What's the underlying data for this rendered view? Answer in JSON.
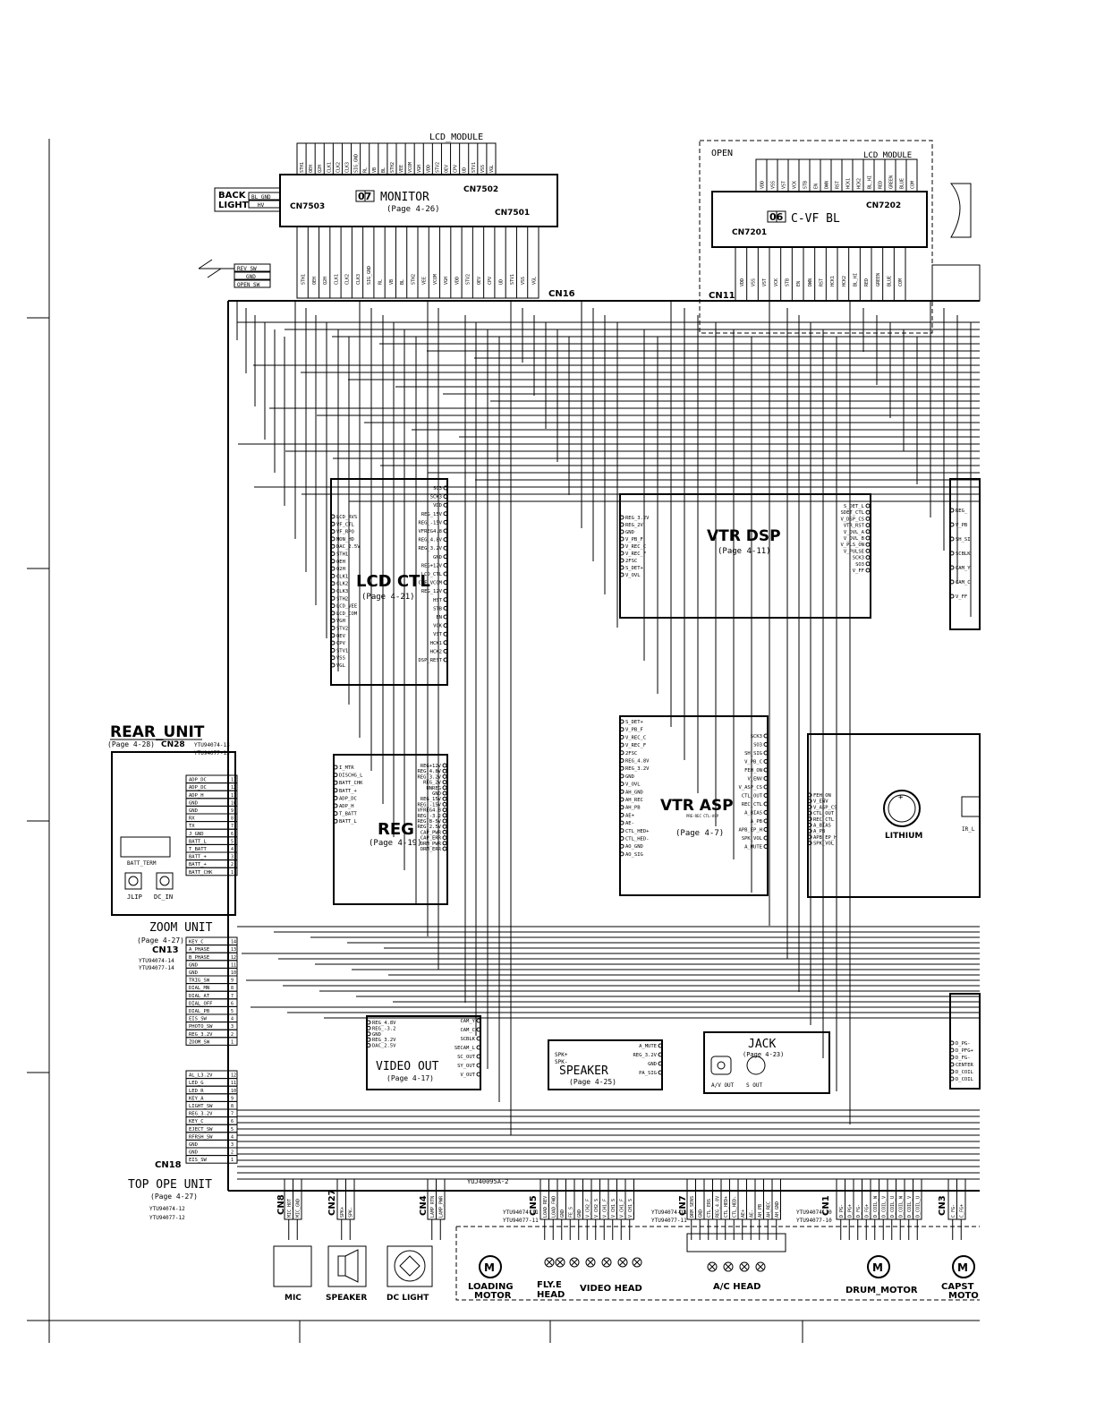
{
  "lcd_module_top": {
    "title": "LCD_MODULE",
    "board_number": "07",
    "board_name": "MONITOR",
    "page_ref": "(Page 4-26)",
    "connectors": [
      "CN7502",
      "CN7503",
      "CN7501"
    ],
    "back_light_label": [
      "BACK",
      "LIGHT"
    ],
    "back_light_pins": [
      "BL_GND",
      "HV"
    ],
    "top_pins": [
      "STH1",
      "OEH",
      "Q2H",
      "CLK1",
      "CLK2",
      "CLK3",
      "SIG_GND",
      "RL",
      "VB",
      "BL",
      "STH2",
      "VEE",
      "VCOM",
      "VGH",
      "VDD",
      "STV2",
      "OEV",
      "CPV",
      "UD",
      "STV1",
      "VSS",
      "VGL"
    ]
  },
  "switch_pins": [
    "REV_SW",
    "GND",
    "OPEN_SW"
  ],
  "open_region": {
    "label": "OPEN",
    "title": "LCD MODULE",
    "board_number": "06",
    "board_name": "C-VF BL",
    "connectors": [
      "CN7202",
      "CN7201",
      "CN11"
    ],
    "pins": [
      "VDD",
      "VSS",
      "VST",
      "VCK",
      "STB",
      "EN",
      "DWN",
      "RST",
      "HCK1",
      "HCK2",
      "BL_HI",
      "RED",
      "GREEN",
      "BLUE",
      "COM"
    ]
  },
  "cn16": {
    "label": "CN16"
  },
  "lcd_ctl": {
    "name": "LCD CTL",
    "page_ref": "(Page 4-21)",
    "left_pins": [
      "LCD_RVS",
      "VF_CTL",
      "VF_RPO",
      "MON_HD",
      "DAC_2.5V",
      "STH1",
      "OEH",
      "Q2H",
      "CLK1",
      "CLK2",
      "CLK3",
      "STH2",
      "LCD_VEE",
      "LCD_COM",
      "VGH",
      "STV2",
      "OEV",
      "CPV",
      "STV1",
      "VSS",
      "VGL"
    ],
    "right_pins": [
      "SO3",
      "SCK3",
      "VDD",
      "REG_15V",
      "REG_-15V",
      "VFREG4.8",
      "REG_4.8V",
      "REG_3.2V",
      "GND",
      "REG+12V",
      "LCD_CTL",
      "CVF_VCOM",
      "REG_12V",
      "HST",
      "STB",
      "EN",
      "VCK",
      "VST",
      "HCK1",
      "HCK2",
      "DSP_REST"
    ]
  },
  "vtr_dsp": {
    "name": "VTR DSP",
    "page_ref": "(Page 4-11)",
    "left_pins": [
      "REG_3.2V",
      "REG_2V",
      "GND",
      "V_PB_F",
      "V_REC_C",
      "V_REC_F",
      "2FSC",
      "S_DET+",
      "V_OVL"
    ],
    "right_pins": [
      "S_DET_L",
      "SDET_CTL",
      "V_DSP_CS",
      "VTR_RST",
      "V_OVL_A",
      "V_OVL_B",
      "V_PLS_ON",
      "V_PULSE",
      "SCK3",
      "SO3",
      "V_FF"
    ]
  },
  "vtr_asp": {
    "name": "VTR ASP",
    "sub": "PRE-REC CTL-ASP",
    "page_ref": "(Page 4-7)",
    "left_pins": [
      "S_DET+",
      "V_PB_F",
      "V_REC_C",
      "V_REC_F",
      "2FSC",
      "REG_4.8V",
      "REG_3.2V",
      "GND",
      "V_OVL",
      "AH_GND",
      "AH_REC",
      "AH_PB",
      "AE+",
      "AE-",
      "CTL_HED+",
      "CTL_HED-",
      "AO_GND",
      "AO_SIG"
    ],
    "right_pins": [
      "SCK3",
      "SO3",
      "SH_SIG",
      "V_PB_C",
      "FEH_ON",
      "V_ENV",
      "V_ASP_CS",
      "CTL_OUT",
      "REC_CTL",
      "A_BIAS",
      "A_PB",
      "APB_EP_H",
      "SPK_VOL",
      "A_MUTE"
    ]
  },
  "reg": {
    "name": "REG",
    "page_ref": "(Page 4-19)",
    "left_pins": [
      "I_MTR",
      "DISCHG_L",
      "BATT_CHK",
      "BATT_+",
      "ADP_DC",
      "ADP_H",
      "T_BATT",
      "BATT_L"
    ],
    "right_pins": [
      "REG+12V",
      "REG_4.8V",
      "REG_3.2V",
      "REG_2V",
      "UNREG",
      "GND",
      "REG_15V",
      "REG_-15V",
      "VFREG4.8",
      "REG_-3.2",
      "REG_B-5V",
      "REG_2.5V",
      "CAP_PWR",
      "CAP_ERR",
      "DRM_PWR",
      "DRM_ERR"
    ]
  },
  "video_out": {
    "name": "VIDEO  OUT",
    "page_ref": "(Page 4-17)",
    "left_pins": [
      "REG_4.8V",
      "REG_-3.2",
      "GND",
      "REG_3.2V",
      "DAC_2.5V"
    ],
    "right_pins": [
      "CAM_Y",
      "CAM_C",
      "SCBLK",
      "SECAM_L",
      "SC_OUT",
      "SY_OUT",
      "V_OUT"
    ]
  },
  "speaker_block": {
    "name": "SPEAKER",
    "page_ref": "(Page 4-25)",
    "pins": [
      "SPK+",
      "SPK-"
    ],
    "right_pins": [
      "A_MUTE",
      "REG_3.2V",
      "GND",
      "PA_SIG"
    ]
  },
  "jack": {
    "name": "JACK",
    "page_ref": "(Page 4-23)",
    "labels": [
      "A/V OUT",
      "S OUT"
    ]
  },
  "lithium": {
    "label": "LITHIUM"
  },
  "rear_unit": {
    "title": "REAR_UNIT",
    "page_ref": "(Page 4-28)",
    "connector": "CN28",
    "part_a": "YTU94074-13",
    "part_b": "YTU94077-13",
    "pins": [
      "ADP_DC",
      "ADP_DC",
      "ADP_H",
      "GND",
      "GND",
      "RX",
      "TX",
      "J_GND",
      "BATT_L",
      "T_BATT",
      "BATT_+",
      "BATT_+",
      "BATT_CHK"
    ],
    "batt_label": "BATT_TERM",
    "jacks": [
      "JLIP",
      "DC_IN"
    ]
  },
  "zoom_unit": {
    "title": "ZOOM UNIT",
    "page_ref": "(Page 4-27)",
    "connector": "CN13",
    "part_a": "YTU94074-14",
    "part_b": "YTU94077-14",
    "pins": [
      "KEY_C",
      "A_PHASE",
      "B_PHASE",
      "GND",
      "GND",
      "TRIG_SW",
      "DIAL_MN",
      "DIAL_AT",
      "DIAL_OFF",
      "DIAL_PB",
      "EIS_SW",
      "PHOTO_SW",
      "REG_3.2V",
      "ZOOM_SW"
    ]
  },
  "top_ope_unit": {
    "title": "TOP OPE UNIT",
    "page_ref": "(Page 4-27)",
    "connector": "CN18",
    "part_a": "YTU94074-12",
    "part_b": "YTU94077-12",
    "pins": [
      "AL_L3.2V",
      "LED_G",
      "LED_R",
      "KEY_A",
      "LIGHT_SW",
      "REG_3.2V",
      "KEY_C",
      "EJECT_SW",
      "RFRSH_SW",
      "GND",
      "GND",
      "EIS_SW"
    ]
  },
  "bottom_connectors": {
    "cn8": {
      "label": "CN8",
      "pins": [
        "MIC_HOT",
        "MIC_GND"
      ]
    },
    "cn27": {
      "label": "CN27",
      "pins": [
        "SPK+",
        "SPK-"
      ]
    },
    "cn4": {
      "label": "CN4",
      "pins": [
        "LAMP_RTN",
        "LAMP_PWR"
      ]
    },
    "cn5": {
      "label": "CN5",
      "part": "YUJ40095A-2",
      "part_a": "YTU94074-11",
      "part_b": "YTU94077-11",
      "pins": [
        "LOAD_REV",
        "LOAD_FWD",
        "GND",
        "FE_S",
        "GND",
        "V_CH2_F",
        "V_CH2_S",
        "V_CH1_F",
        "V_CH1_S",
        "V_CH1_F",
        "V_CH1_S"
      ]
    },
    "cn7": {
      "label": "CN7",
      "part_a": "YTU94074-11",
      "part_b": "YTU94077-11",
      "pins": [
        "DRM_SENS",
        "GND",
        "CTL_ERS",
        "REG_4.8V",
        "CTL_HED+",
        "CTL_HED-",
        "AE+",
        "AE-",
        "AH_PB",
        "AH_REC",
        "AH_GND"
      ]
    },
    "cn1": {
      "label": "CN1",
      "part_a": "YTU94074-10",
      "part_b": "YTU94077-10",
      "pins": [
        "D_PG-",
        "D_PG+",
        "D_FG-",
        "D_FG+",
        "D_COIL_W",
        "D_COIL_V",
        "D_COIL_U",
        "D_COIL_W",
        "D_COIL_V",
        "D_COIL_U"
      ]
    },
    "cn3": {
      "label": "CN3",
      "pins": [
        "C_FG-",
        "C_FG+"
      ]
    }
  },
  "devices": {
    "mic": "MIC",
    "speaker": "SPEAKER",
    "dc_light": "DC LIGHT",
    "loading_motor": [
      "LOADING",
      "MOTOR"
    ],
    "flye_head": [
      "FLY.E",
      "HEAD"
    ],
    "video_head": "VIDEO HEAD",
    "ac_head": "A/C HEAD",
    "drum_motor": "DRUM_MOTOR",
    "capstan_motor": [
      "CAPST",
      "MOTO"
    ]
  },
  "misc": {
    "cvf_section": [
      "REG_",
      "V_PB",
      "SH_SI",
      "SCBLK",
      "CAM_Y",
      "CAM_C",
      "V_FF"
    ],
    "right_connector": [
      "D_PG-",
      "D_PFG+",
      "D_FG-",
      "CENTER",
      "D_COIL",
      "D_COIL"
    ],
    "key_c": "KEY_C",
    "eject_sw": "EJECT_SW",
    "open_sw": "OPEN_SW",
    "rev_sw": "REV_SW",
    "secam_l": "SECAM_L",
    "t_batt": "T_BATT",
    "batt_l": "BATT_L",
    "a_mute": "A_MUTE",
    "ctl_ers": "CTL_ERS",
    "drm_sens": "DRM_SENS",
    "ir_label": "IR_L"
  }
}
